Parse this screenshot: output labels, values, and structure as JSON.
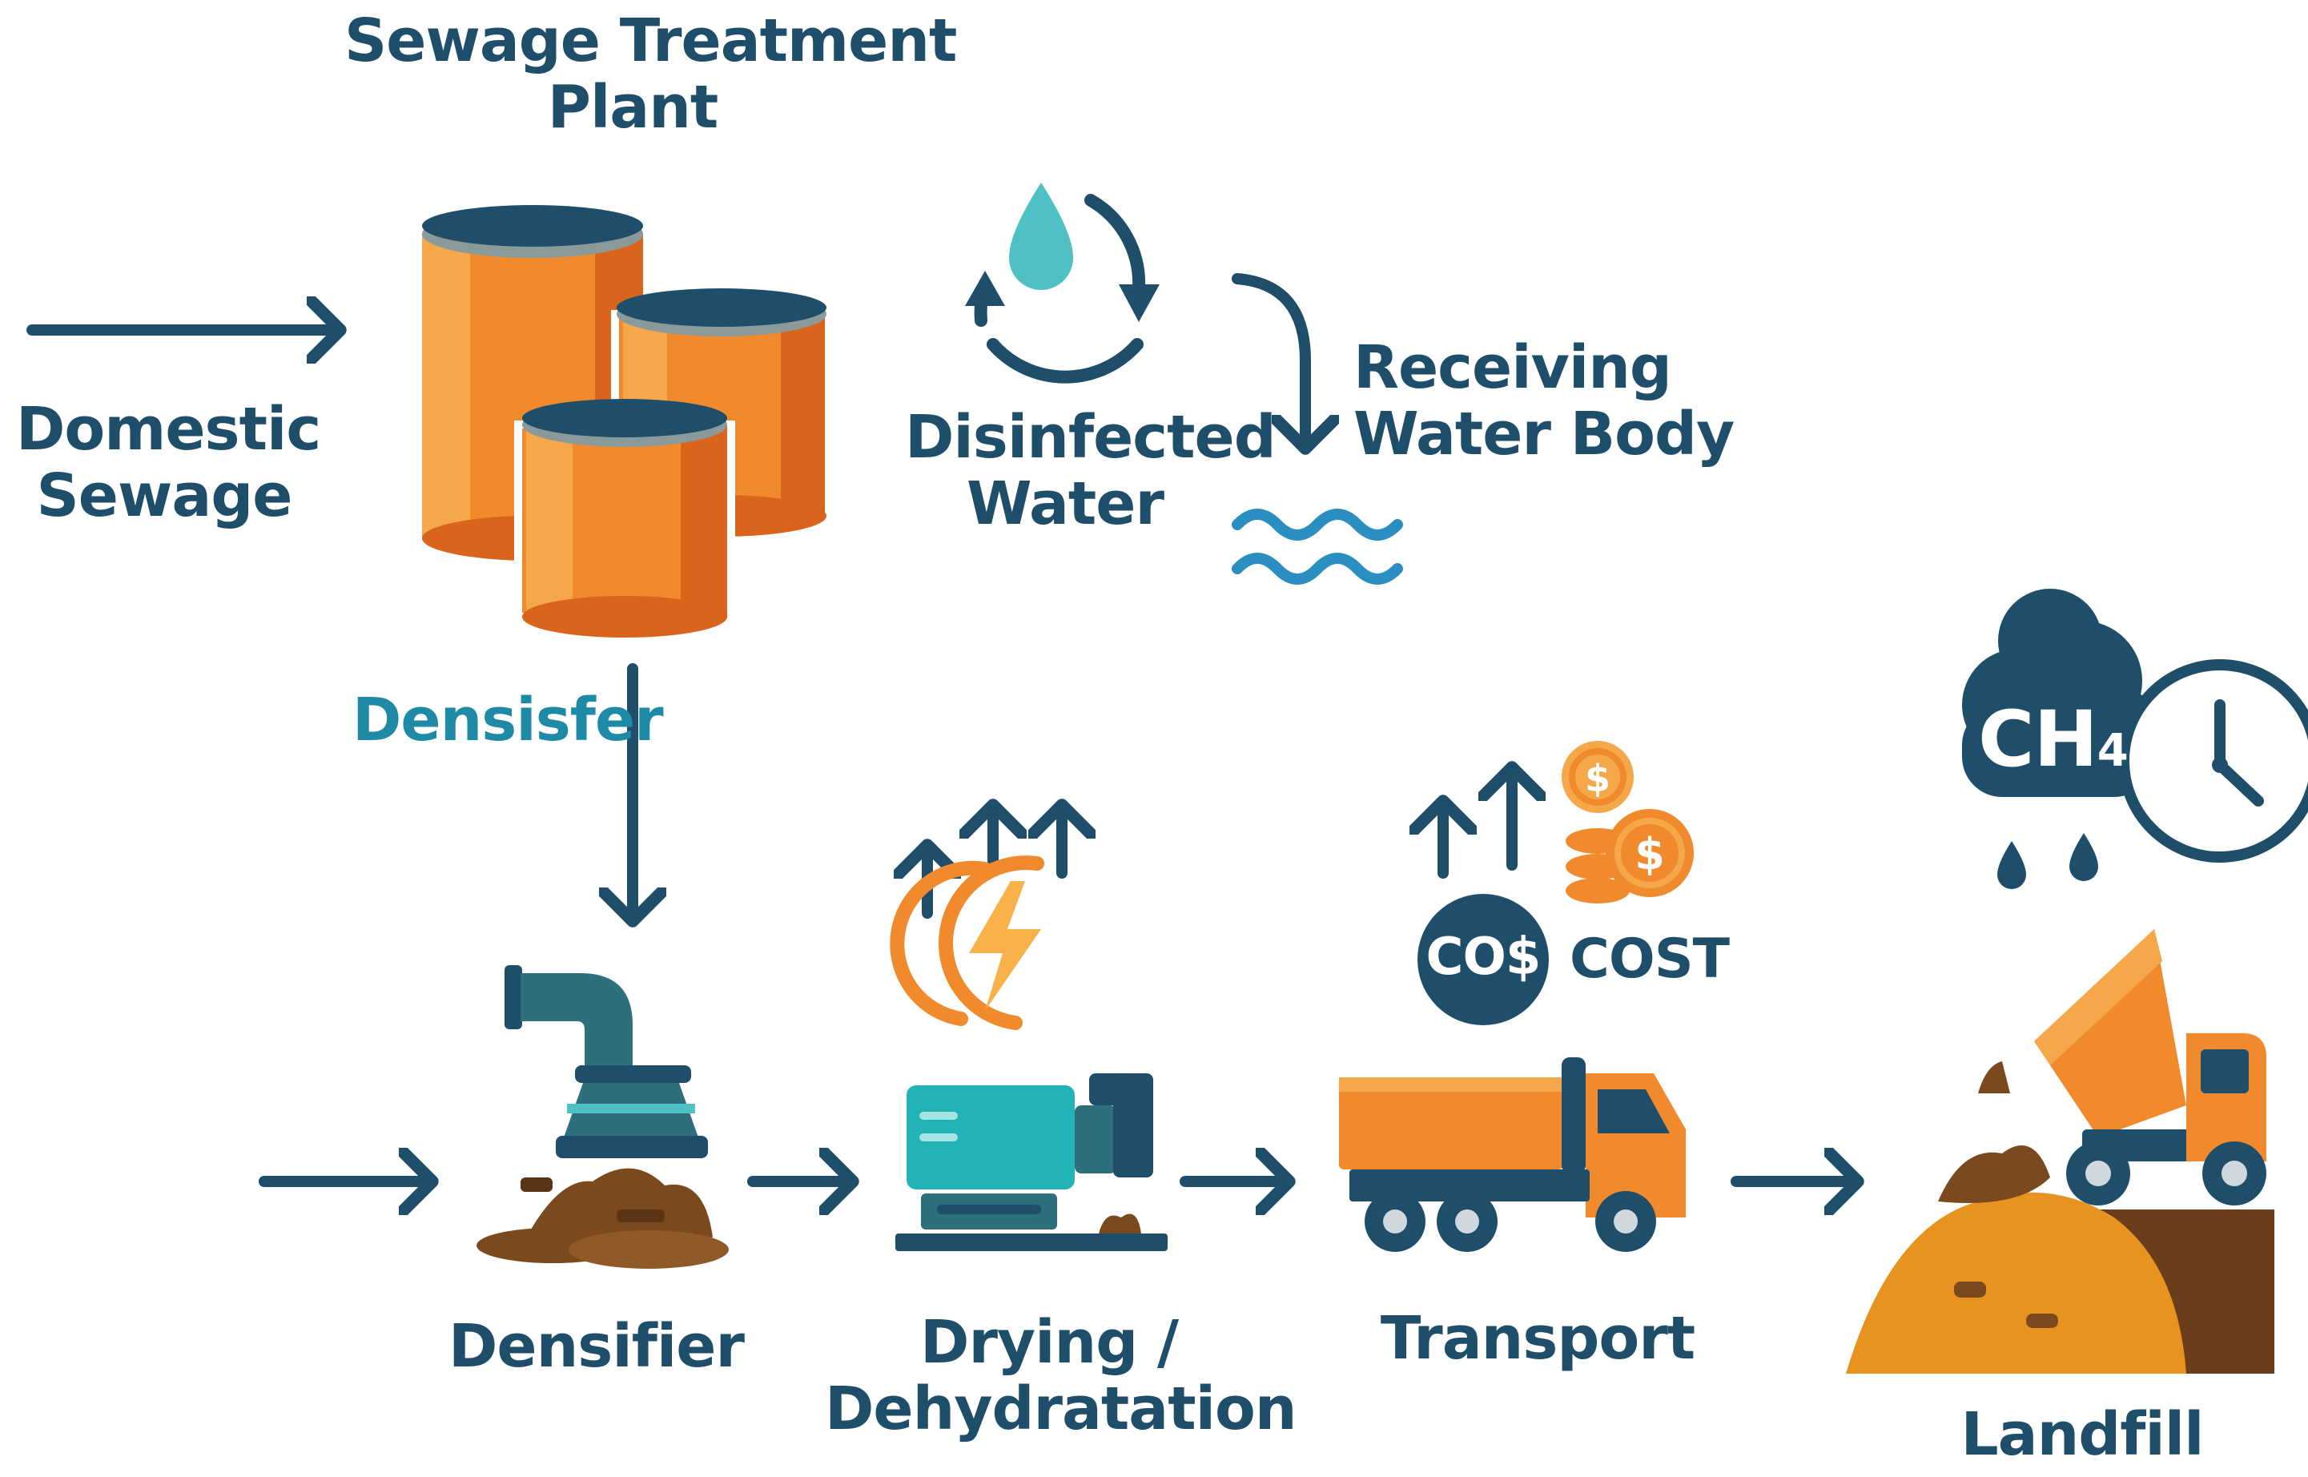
{
  "labels": {
    "sewage_plant_line1": "Sewage Treatment",
    "sewage_plant_line2": "Plant",
    "domestic_line1": "Domestic",
    "domestic_line2": "Sewage",
    "disinfected_line1": "Disinfected",
    "disinfected_line2": "Water",
    "receiving_line1": "Receiving",
    "receiving_line2": "Water Body",
    "densisfer": "Densisfer",
    "densifier": "Densifier",
    "drying_line1": "Drying /",
    "drying_line2": "Dehydratation",
    "transport": "Transport",
    "landfill": "Landfill",
    "cost_badge": "CO$",
    "cost": "COST",
    "ch4": "CH",
    "ch4_sub": "4"
  },
  "icons": [
    "sewage-tanks-icon",
    "water-cycle-icon",
    "waves-icon",
    "densifier-pipe-icon",
    "lightning-icon",
    "pump-machine-icon",
    "coins-icon",
    "truck-icon",
    "methane-cloud-icon",
    "clock-icon",
    "dump-truck-icon",
    "landfill-mound-icon"
  ],
  "colors": {
    "navy": "#1f4e6b",
    "orange": "#f08a2c",
    "teal": "#3db6bd",
    "brown": "#7a4a1e"
  }
}
